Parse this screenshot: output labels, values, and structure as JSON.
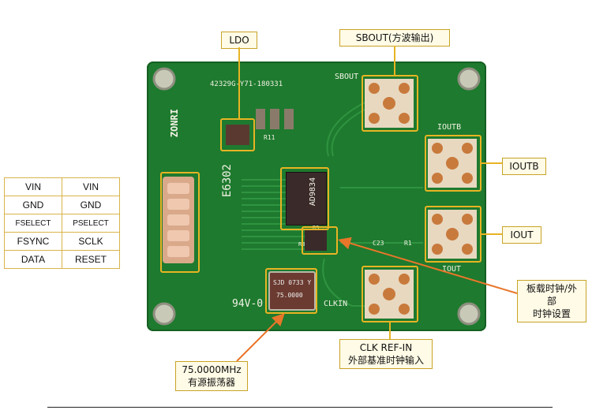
{
  "callouts": {
    "ldo": "LDO",
    "sbout": "SBOUT(方波输出)",
    "ioutb": "IOUTB",
    "iout": "IOUT",
    "clock_line1": "板载时钟/外部",
    "clock_line2": "时钟设置",
    "clkin_line1": "CLK REF-IN",
    "clkin_line2": "外部基准时钟输入",
    "osc_line1": "75.0000MHz",
    "osc_line2": "有源振荡器"
  },
  "pin_table": {
    "rows": [
      [
        "VIN",
        "VIN"
      ],
      [
        "GND",
        "GND"
      ],
      [
        "FSELECT",
        "PSELECT"
      ],
      [
        "FSYNC",
        "SCLK"
      ],
      [
        "DATA",
        "RESET"
      ]
    ]
  },
  "board": {
    "serial": "42329G-Y71-180331",
    "chip": "AD9834",
    "module": "E6302",
    "brand": "ZONRI",
    "rating": "94V-0",
    "osc_line1": "SJD 0733 Y",
    "osc_line2": "75.0000",
    "silk_sbout": "SBOUT",
    "silk_ioutb": "IOUTB",
    "silk_iout": "IOUT",
    "silk_clkin": "CLKIN",
    "r11": "R11",
    "r5": "R5",
    "c23": "C23",
    "r1": "R1",
    "r3": "R3"
  },
  "colors": {
    "pcb": "#1e7a2e",
    "highlight": "#e8b424",
    "pad": "#c87a3c",
    "arrow": "#e8762a"
  }
}
